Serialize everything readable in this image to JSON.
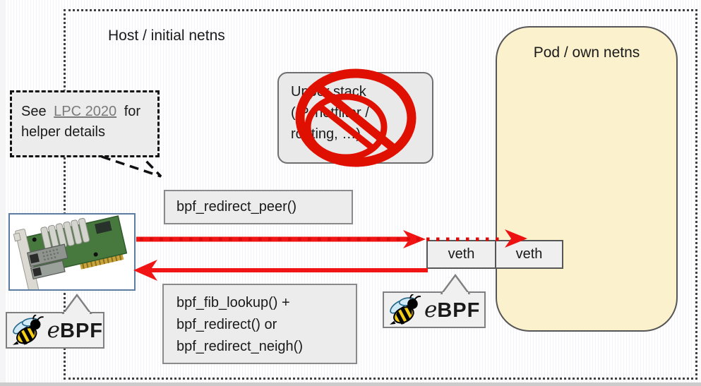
{
  "slide": {
    "host": {
      "label": "Host / initial netns"
    },
    "pod": {
      "label": "Pod / own netns"
    },
    "note": {
      "pre": "See",
      "link": "LPC 2020",
      "post": "for",
      "line2": "helper details"
    },
    "upper_stack": {
      "line1": "Upper stack",
      "line2": "(IP, netfilter /",
      "line3": "routing, …)"
    },
    "redirect_peer_label": "bpf_redirect_peer()",
    "fib_box": {
      "line1": "bpf_fib_lookup() +",
      "line2": "bpf_redirect() or",
      "line3": "bpf_redirect_neigh()"
    },
    "veth": {
      "host_side": "veth",
      "pod_side": "veth"
    },
    "ebpf_logo": {
      "e": "e",
      "bpf": "BPF"
    },
    "icons": {
      "nic": "nic-photo",
      "bee": "ebpf-bee-icon",
      "prohibition": "no-entry-icon",
      "note_tail": "speech-bubble-tail"
    },
    "colors": {
      "arrow_red": "#f01414",
      "prohibition_red": "#e01000",
      "pod_fill": "#fbf1cd",
      "label_box_fill": "#ececec",
      "box_border_gray": "#8a8a8a",
      "frame_dot_gray": "#3f3f3f",
      "nic_border_blue": "#5d7da0",
      "bee_yellow": "#f5cd12",
      "bee_wing_blue": "#cfe9f7"
    }
  }
}
